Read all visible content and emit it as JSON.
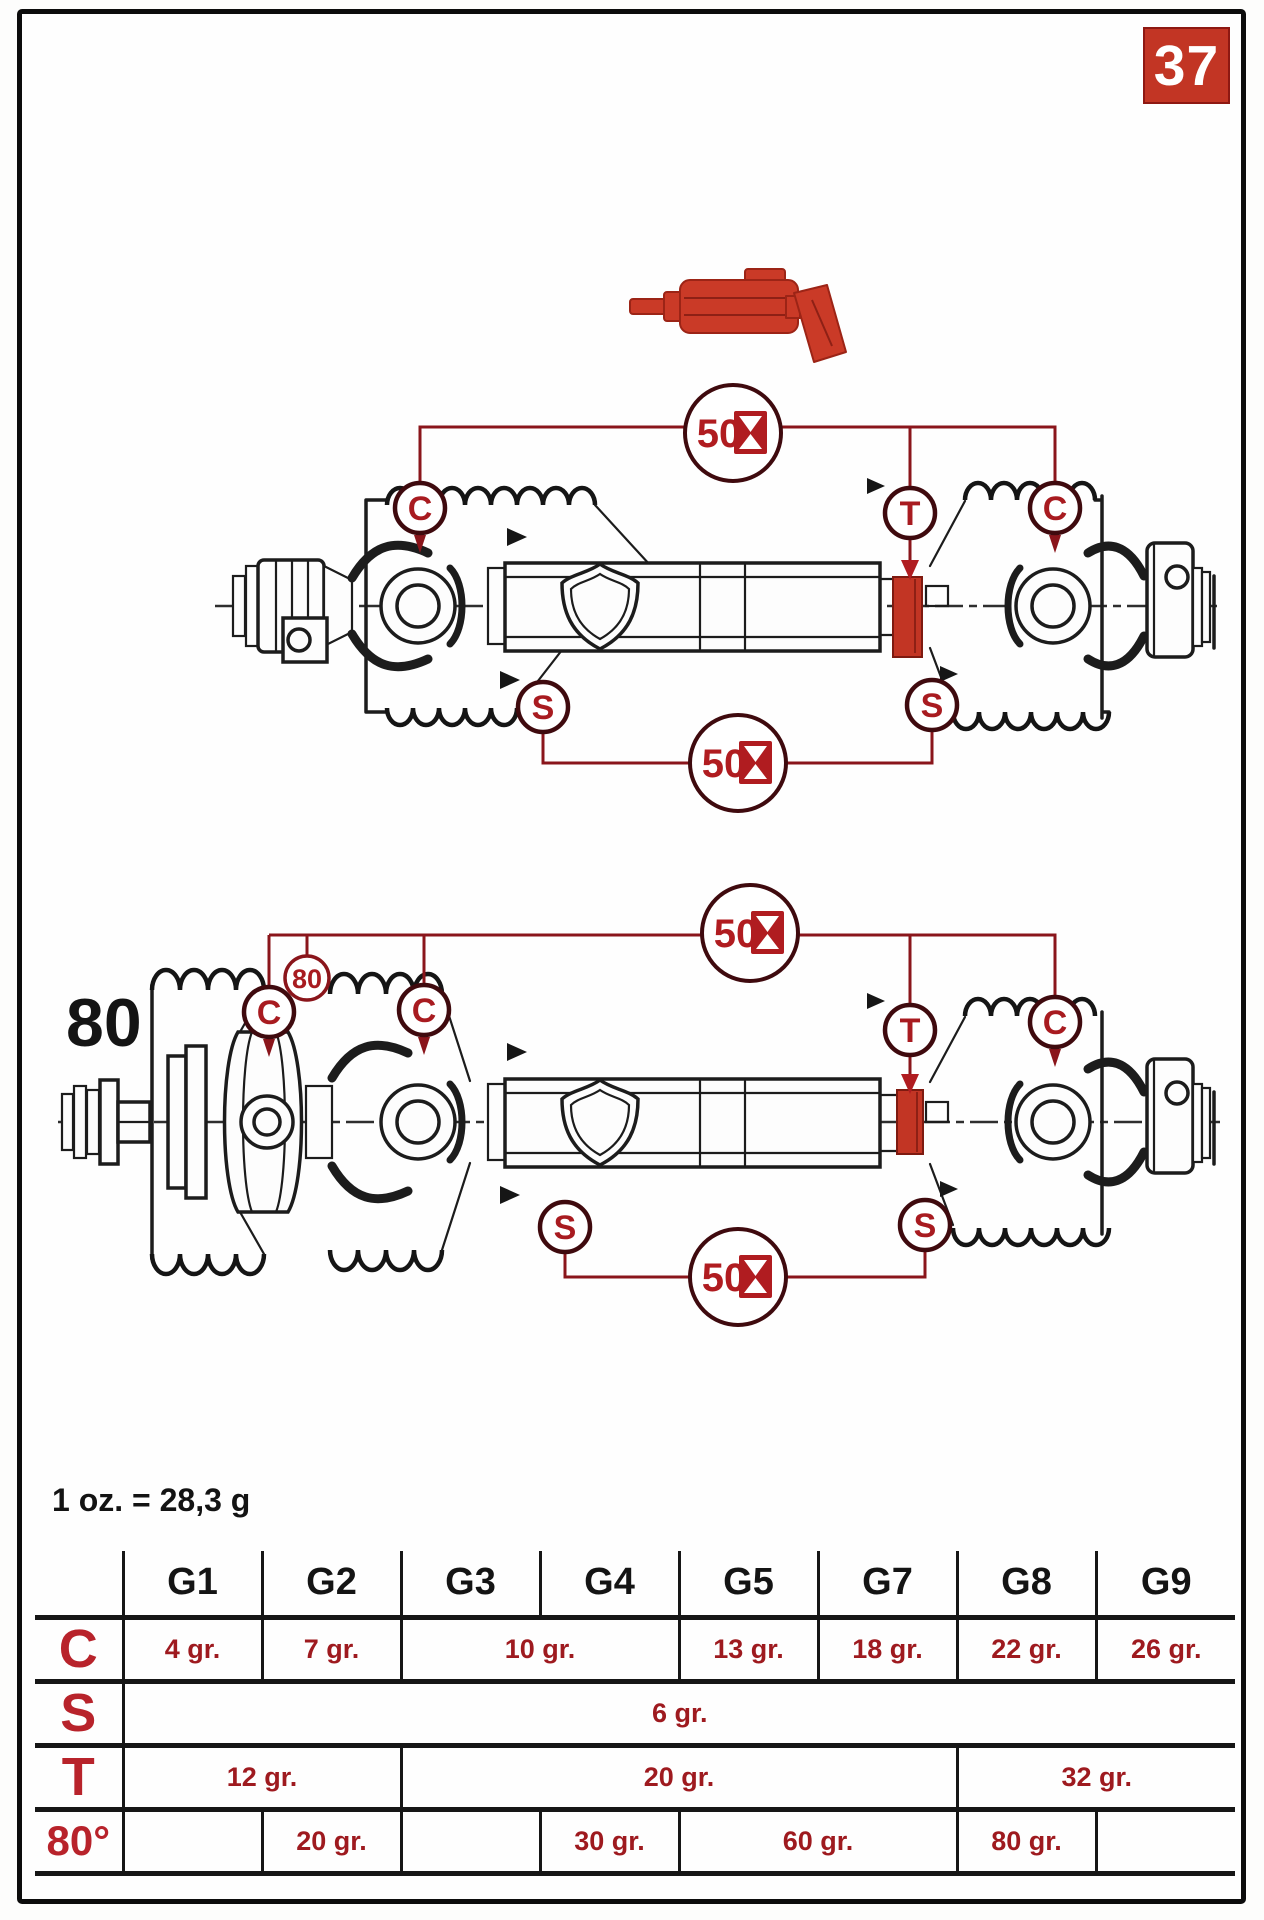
{
  "page": {
    "number": "37",
    "note": "1 oz. = 28,3 g"
  },
  "colors": {
    "page_red": "#c23524",
    "symbol_red": "#a81b20",
    "leader_red": "#8a151b",
    "table_value_red": "#9e1a1f",
    "row_label_red": "#b8232b",
    "ink_black": "#1c1c1c"
  },
  "diagram1": {
    "interval_top": "50",
    "interval_bottom": "50",
    "points": {
      "c_left": "C",
      "t": "T",
      "c_right": "C",
      "s_left": "S",
      "s_right": "S"
    }
  },
  "diagram2": {
    "size_label": "80",
    "clutch_badge": "80",
    "interval_top": "50",
    "interval_bottom": "50",
    "points": {
      "c_clutch": "C",
      "c_joint": "C",
      "t": "T",
      "c_right": "C",
      "s_left": "S",
      "s_right": "S"
    }
  },
  "table": {
    "columns": [
      "G1",
      "G2",
      "G3",
      "G4",
      "G5",
      "G7",
      "G8",
      "G9"
    ],
    "rows": [
      {
        "label": "C",
        "cells": [
          {
            "text": "4 gr.",
            "span": 1
          },
          {
            "text": "7 gr.",
            "span": 1
          },
          {
            "text": "10 gr.",
            "span": 2
          },
          {
            "text": "13 gr.",
            "span": 1
          },
          {
            "text": "18 gr.",
            "span": 1
          },
          {
            "text": "22 gr.",
            "span": 1
          },
          {
            "text": "26 gr.",
            "span": 1
          }
        ]
      },
      {
        "label": "S",
        "cells": [
          {
            "text": "6 gr.",
            "span": 8
          }
        ]
      },
      {
        "label": "T",
        "cells": [
          {
            "text": "12 gr.",
            "span": 2
          },
          {
            "text": "20 gr.",
            "span": 4
          },
          {
            "text": "32 gr.",
            "span": 2
          }
        ]
      },
      {
        "label": "80°",
        "cells": [
          {
            "text": "",
            "span": 1
          },
          {
            "text": "20 gr.",
            "span": 1
          },
          {
            "text": "",
            "span": 1
          },
          {
            "text": "30 gr.",
            "span": 1
          },
          {
            "text": "60 gr.",
            "span": 2
          },
          {
            "text": "80 gr.",
            "span": 1
          },
          {
            "text": "",
            "span": 1
          }
        ]
      }
    ]
  }
}
